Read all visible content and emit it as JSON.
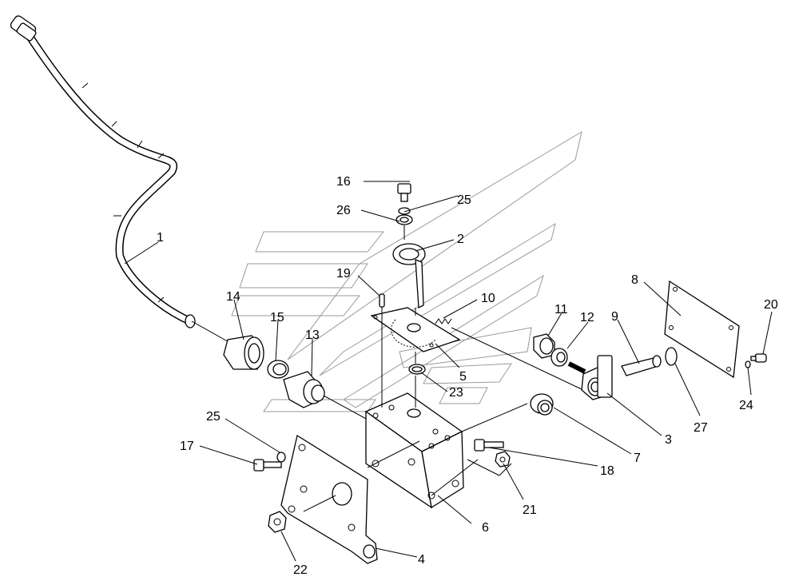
{
  "diagram": {
    "labels": {
      "p1": "1",
      "p2": "2",
      "p3": "3",
      "p4": "4",
      "p5": "5",
      "p6": "6",
      "p7": "7",
      "p8": "8",
      "p9": "9",
      "p10": "10",
      "p11": "11",
      "p12": "12",
      "p13": "13",
      "p14": "14",
      "p15": "15",
      "p16": "16",
      "p17": "17",
      "p18": "18",
      "p19": "19",
      "p20": "20",
      "p21": "21",
      "p22": "22",
      "p23": "23",
      "p24": "24",
      "p25a": "25",
      "p25b": "25",
      "p26": "26",
      "p27": "27"
    }
  }
}
